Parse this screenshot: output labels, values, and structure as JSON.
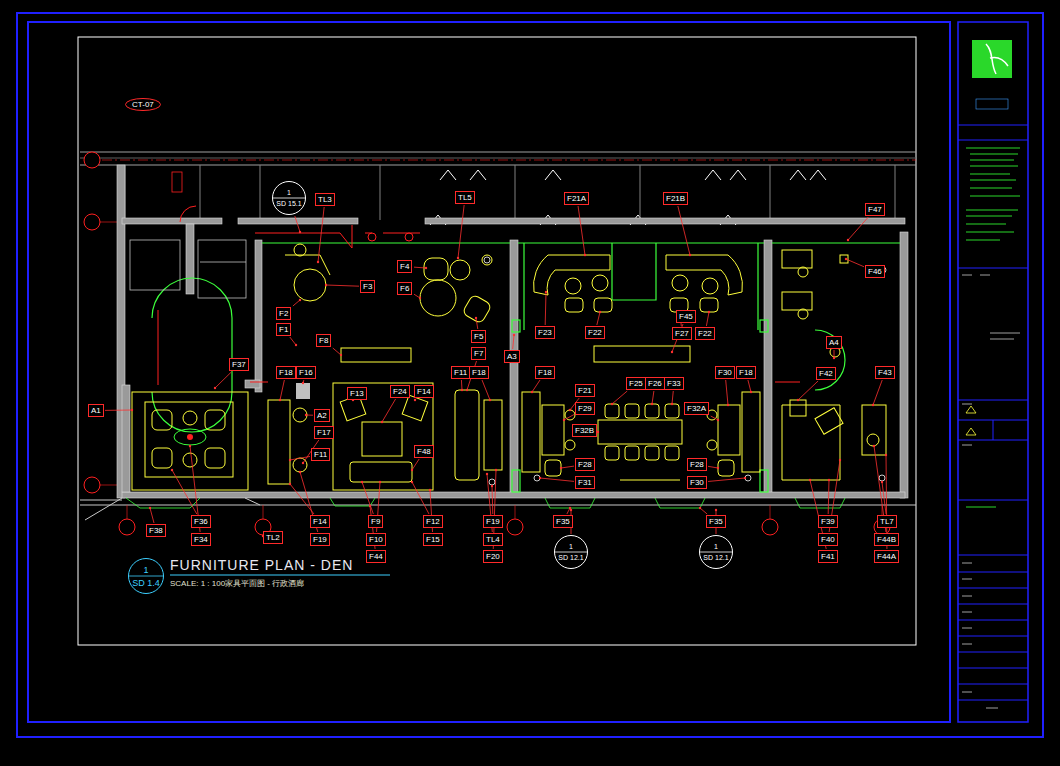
{
  "diagram": {
    "title": "FURNITURE PLAN - DEN",
    "caption": "SCALE: 1 : 100家具平面图 - 行政酒廊",
    "nodes": [
      {
        "text": [
          "CT-07"
        ]
      },
      {
        "text": [
          "1",
          "SD 15.1"
        ]
      },
      {
        "text": [
          "TL3"
        ]
      },
      {
        "text": [
          "TL5"
        ]
      },
      {
        "text": [
          "F21A"
        ]
      },
      {
        "text": [
          "F21B"
        ]
      },
      {
        "text": [
          "F47"
        ]
      },
      {
        "text": [
          "F4"
        ]
      },
      {
        "text": [
          "F46"
        ]
      },
      {
        "text": [
          "F3"
        ]
      },
      {
        "text": [
          "F6"
        ]
      },
      {
        "text": [
          "F2"
        ]
      },
      {
        "text": [
          "F45"
        ]
      },
      {
        "text": [
          "F1"
        ]
      },
      {
        "text": [
          "F23"
        ]
      },
      {
        "text": [
          "F22"
        ]
      },
      {
        "text": [
          "F27"
        ]
      },
      {
        "text": [
          "F22"
        ]
      },
      {
        "text": [
          "F5"
        ]
      },
      {
        "text": [
          "F8"
        ]
      },
      {
        "text": [
          "A4"
        ]
      },
      {
        "text": [
          "F7"
        ]
      },
      {
        "text": [
          "A3"
        ]
      },
      {
        "text": [
          "F37"
        ]
      },
      {
        "text": [
          "F18"
        ]
      },
      {
        "text": [
          "F16"
        ]
      },
      {
        "text": [
          "F11"
        ]
      },
      {
        "text": [
          "F18"
        ]
      },
      {
        "text": [
          "F18"
        ]
      },
      {
        "text": [
          "F30"
        ]
      },
      {
        "text": [
          "F18"
        ]
      },
      {
        "text": [
          "F42"
        ]
      },
      {
        "text": [
          "F43"
        ]
      },
      {
        "text": [
          "F25"
        ]
      },
      {
        "text": [
          "F26"
        ]
      },
      {
        "text": [
          "F33"
        ]
      },
      {
        "text": [
          "F24"
        ]
      },
      {
        "text": [
          "F14"
        ]
      },
      {
        "text": [
          "F13"
        ]
      },
      {
        "text": [
          "F21"
        ]
      },
      {
        "text": [
          "A1"
        ]
      },
      {
        "text": [
          "F29"
        ]
      },
      {
        "text": [
          "F32A"
        ]
      },
      {
        "text": [
          "A2"
        ]
      },
      {
        "text": [
          "F32B"
        ]
      },
      {
        "text": [
          "F17"
        ]
      },
      {
        "text": [
          "F48"
        ]
      },
      {
        "text": [
          "F11"
        ]
      },
      {
        "text": [
          "F28"
        ]
      },
      {
        "text": [
          "F28"
        ]
      },
      {
        "text": [
          "F31"
        ]
      },
      {
        "text": [
          "F30"
        ]
      },
      {
        "text": [
          "F36"
        ]
      },
      {
        "text": [
          "F14"
        ]
      },
      {
        "text": [
          "F9"
        ]
      },
      {
        "text": [
          "F12"
        ]
      },
      {
        "text": [
          "F19"
        ]
      },
      {
        "text": [
          "F35"
        ]
      },
      {
        "text": [
          "F35"
        ]
      },
      {
        "text": [
          "F39"
        ]
      },
      {
        "text": [
          "TL7"
        ]
      },
      {
        "text": [
          "F38"
        ]
      },
      {
        "text": [
          "TL2"
        ]
      },
      {
        "text": [
          "F34"
        ]
      },
      {
        "text": [
          "F19"
        ]
      },
      {
        "text": [
          "F10"
        ]
      },
      {
        "text": [
          "F15"
        ]
      },
      {
        "text": [
          "TL4"
        ]
      },
      {
        "text": [
          "F40"
        ]
      },
      {
        "text": [
          "F44B"
        ]
      },
      {
        "text": [
          "F44"
        ]
      },
      {
        "text": [
          "F20"
        ]
      },
      {
        "text": [
          "F41"
        ]
      },
      {
        "text": [
          "F44A"
        ]
      },
      {
        "text": [
          "1",
          "SD 12.1"
        ]
      },
      {
        "text": [
          "1",
          "SD 12.1"
        ]
      },
      {
        "text": [
          "1",
          "SD 1.4"
        ]
      }
    ]
  }
}
